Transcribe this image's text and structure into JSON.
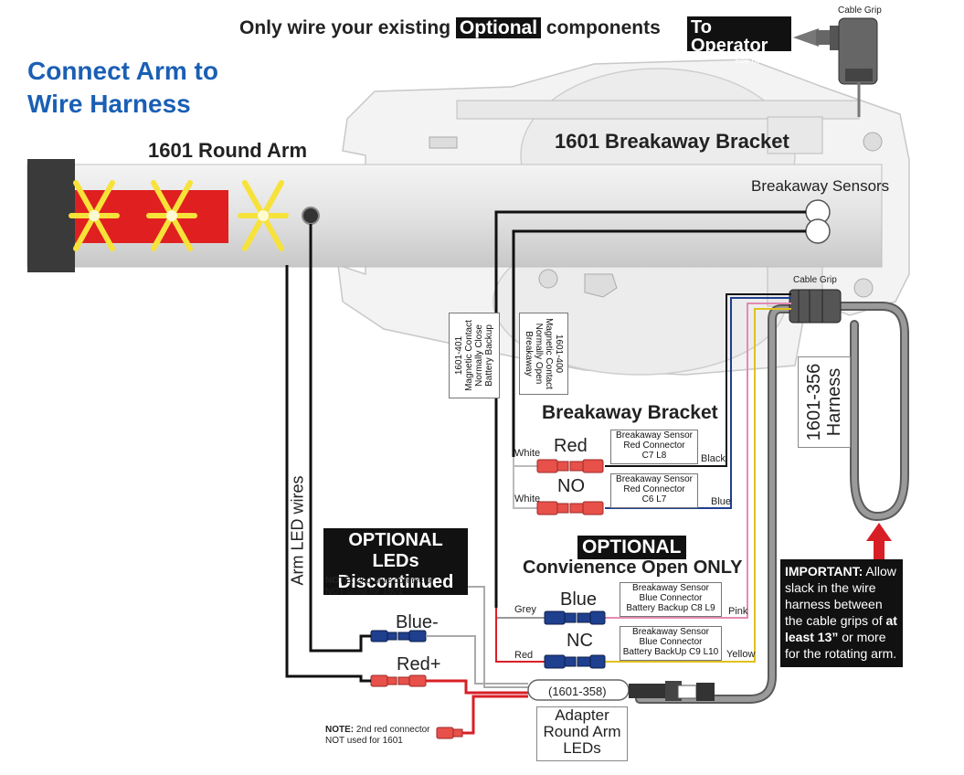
{
  "header": {
    "prefix": "Only wire your existing",
    "highlight": "Optional",
    "suffix": "components"
  },
  "title": {
    "line1": "Connect Arm to",
    "line2": "Wire Harness"
  },
  "operator": {
    "label": "To Operator",
    "sub": "See next page"
  },
  "cable_grip_top": "Cable Grip",
  "cable_grip_mid": "Cable Grip",
  "round_arm": "1601 Round Arm",
  "breakaway_bracket_top": "1601 Breakaway Bracket",
  "breakaway_sensors": "Breakaway Sensors",
  "contact_401": [
    "1601-401",
    "Magnetic Contact",
    "Normally Close",
    "Battery Backup"
  ],
  "contact_400": [
    "1601-400",
    "Magnetic Contact",
    "Normally Open",
    "Breakaway"
  ],
  "harness": {
    "code": "1601-356",
    "name": "Harness"
  },
  "breakaway_bracket_section": "Breakaway Bracket",
  "red_label": "Red",
  "no_label": "NO",
  "white1": "White",
  "white2": "White",
  "black": "Black",
  "blue_wire": "Blue",
  "sensor_red_1": [
    "Breakaway Sensor",
    "Red Connector",
    "C7 L8"
  ],
  "sensor_red_2": [
    "Breakaway Sensor",
    "Red Connector",
    "C6 L7"
  ],
  "optional_box": "OPTIONAL",
  "convenience": "Convienence Open ONLY",
  "blue_label": "Blue",
  "nc_label": "NC",
  "grey": "Grey",
  "red_wire": "Red",
  "pink": "Pink",
  "yellow": "Yellow",
  "sensor_blue_1": [
    "Breakaway Sensor",
    "Blue Connector",
    "Battery Backup C8 L9"
  ],
  "sensor_blue_2": [
    "Breakaway Sensor",
    "Blue Connector",
    "Battery BackUp C9 L10"
  ],
  "optional_leds": {
    "line1": "OPTIONAL LEDs",
    "line2": "Discontinued"
  },
  "note_blue": {
    "bold": "NOTE:",
    "text": "2nd blue connector",
    "line2": "NOT used for 1601"
  },
  "note_red": {
    "bold": "NOTE:",
    "text": "2nd red connector",
    "line2": "NOT used for 1601"
  },
  "arm_led_wires": "Arm LED wires",
  "blue_minus": "Blue-",
  "red_plus": "Red+",
  "adapter_code": "(1601-358)",
  "adapter": [
    "Adapter",
    "Round Arm",
    "LEDs"
  ],
  "important": {
    "bold": "IMPORTANT:",
    "t1": "Allow slack in the wire harness between the cable grips of",
    "bold2": "at least 13”",
    "t2": "or more for the rotating arm."
  },
  "colors": {
    "title_blue": "#1a5fb4",
    "red_connector": "#e8504a",
    "blue_connector": "#1f3f8f",
    "led_red": "#e02020",
    "led_yellow": "#f7e23a",
    "arrow_red": "#d81f26",
    "pink_wire": "#e48bb3",
    "yellow_wire": "#e0c020"
  }
}
